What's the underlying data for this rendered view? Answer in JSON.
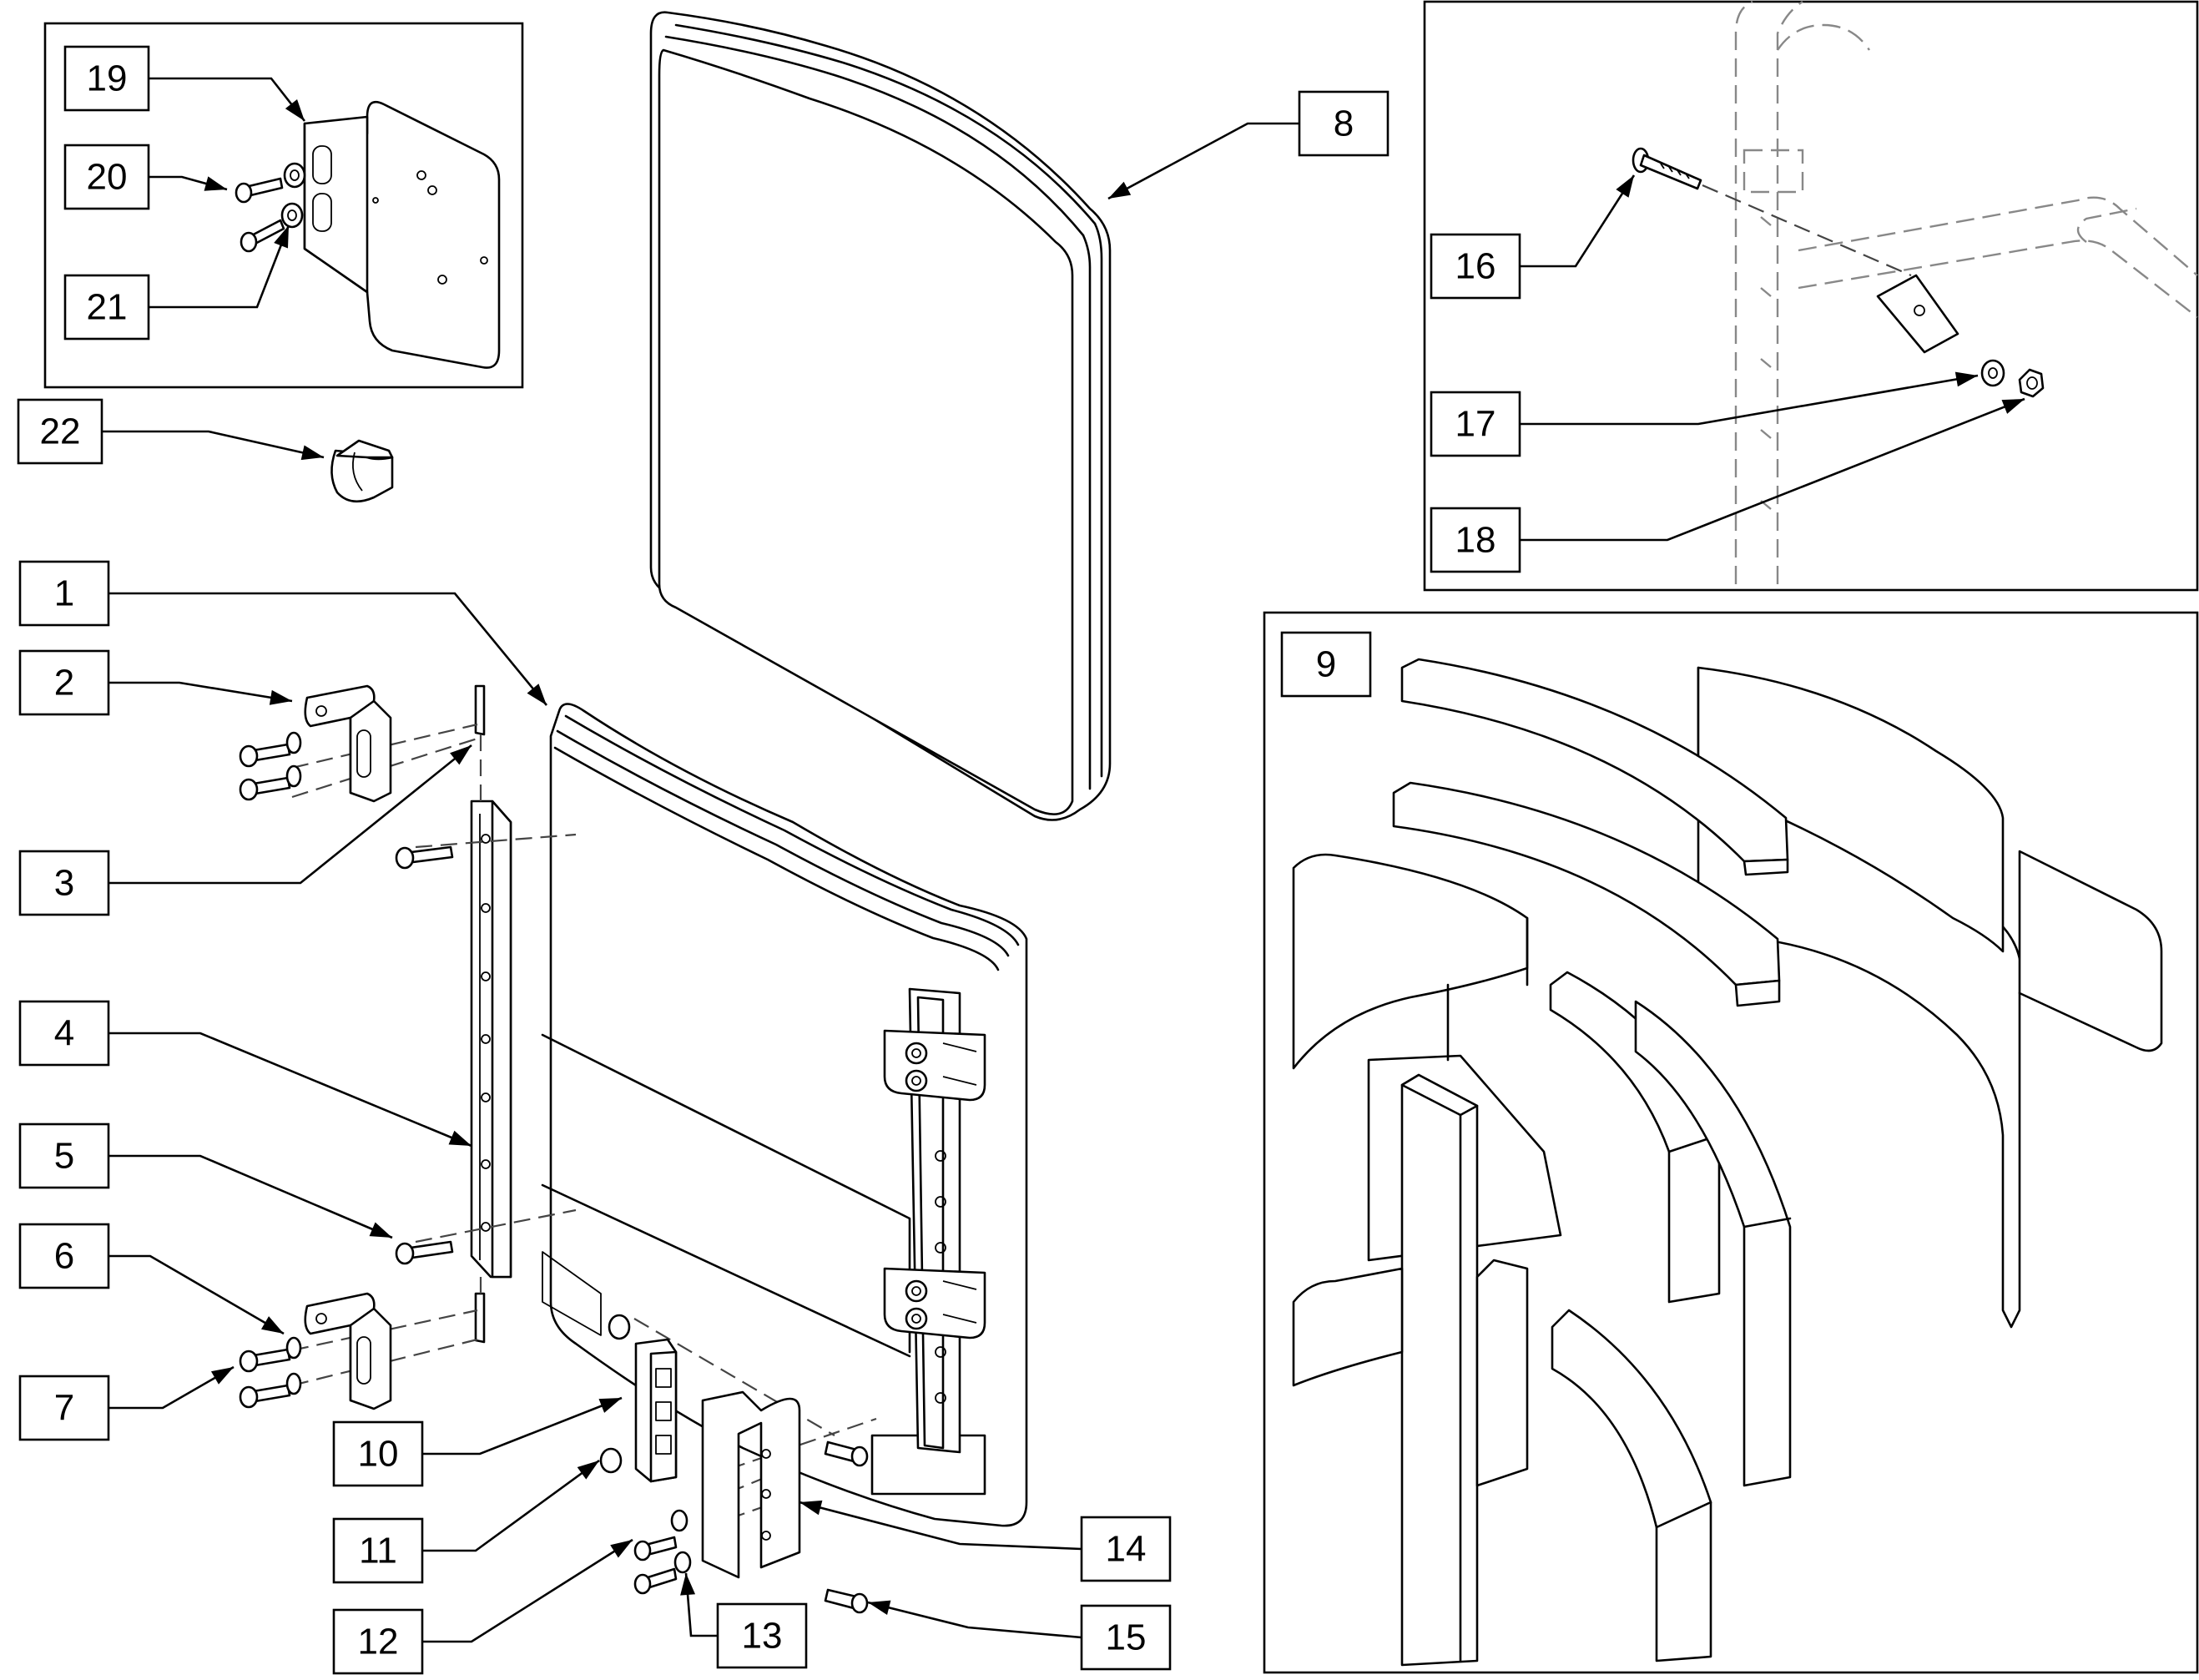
{
  "callouts": [
    {
      "id": "1",
      "part": "backrest-shell"
    },
    {
      "id": "2",
      "part": "upper-left-bracket"
    },
    {
      "id": "3",
      "part": "bracket-pin"
    },
    {
      "id": "4",
      "part": "left-rail"
    },
    {
      "id": "5",
      "part": "rail-screw"
    },
    {
      "id": "6",
      "part": "lower-left-bracket"
    },
    {
      "id": "7",
      "part": "bracket-screws"
    },
    {
      "id": "8",
      "part": "back-cushion"
    },
    {
      "id": "9",
      "part": "foam-insert-kit"
    },
    {
      "id": "10",
      "part": "receiver-clamp"
    },
    {
      "id": "11",
      "part": "clamp-nut"
    },
    {
      "id": "12",
      "part": "clamp-screws"
    },
    {
      "id": "13",
      "part": "clamp-washers"
    },
    {
      "id": "14",
      "part": "mount-bracket"
    },
    {
      "id": "15",
      "part": "mount-screw"
    },
    {
      "id": "16",
      "part": "frame-bolt"
    },
    {
      "id": "17",
      "part": "frame-washer"
    },
    {
      "id": "18",
      "part": "frame-nut"
    },
    {
      "id": "19",
      "part": "mount-plate"
    },
    {
      "id": "20",
      "part": "plate-screw"
    },
    {
      "id": "21",
      "part": "plate-washer"
    },
    {
      "id": "22",
      "part": "cable-clip"
    }
  ]
}
